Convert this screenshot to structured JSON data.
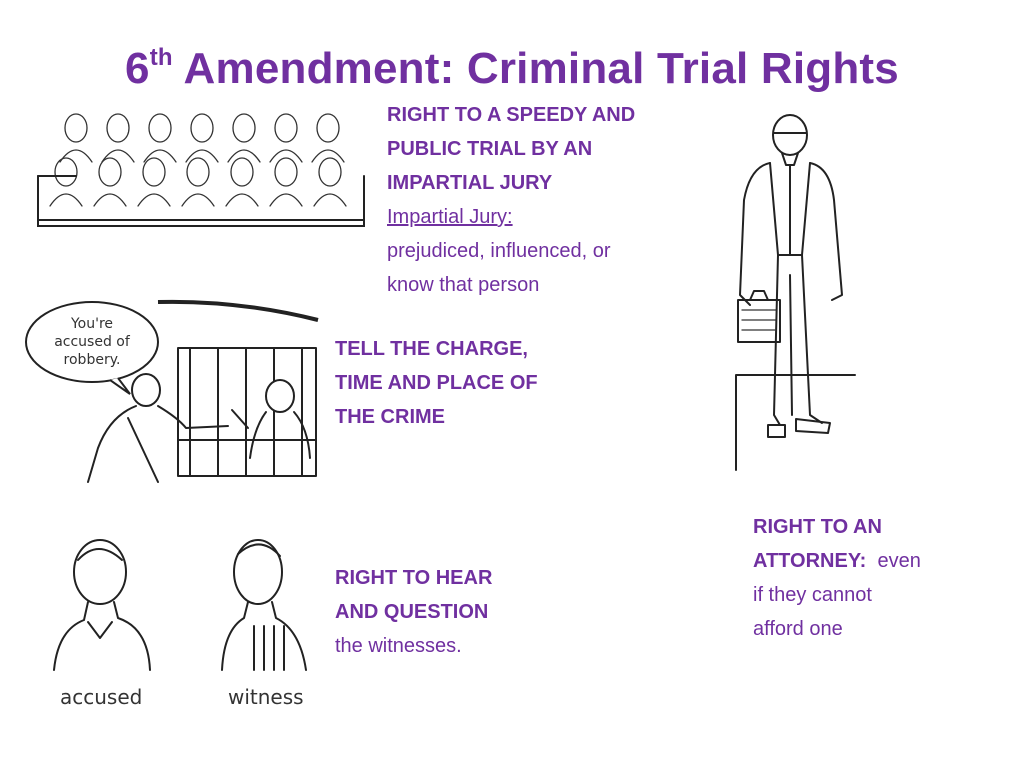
{
  "title": {
    "main": "6",
    "superscript": "th",
    "rest": " Amendment:  Criminal Trial Rights"
  },
  "speedy_trial": {
    "line1": "RIGHT TO A SPEEDY AND",
    "line2": "PUBLIC TRIAL BY AN",
    "line3": "IMPARTIAL JURY",
    "term": "Impartial Jury:",
    "def1": "prejudiced, influenced, or",
    "def2": "know that person"
  },
  "charge": {
    "line1": "TELL THE CHARGE,",
    "line2": "TIME AND PLACE OF",
    "line3": "THE CRIME"
  },
  "witnesses": {
    "line1": "RIGHT TO HEAR",
    "line2": "AND QUESTION",
    "line3": "the witnesses."
  },
  "attorney": {
    "line1": "RIGHT TO AN",
    "line2_bold": "ATTORNEY:",
    "line2_rest": "  even",
    "line3": "if they cannot",
    "line4": "afford one"
  },
  "illustrations": {
    "speech_bubble": [
      "You're",
      "accused of",
      "robbery."
    ],
    "accused_label": "accused",
    "witness_label": "witness"
  },
  "colors": {
    "text": "#7030a0",
    "ink": "#222222"
  }
}
